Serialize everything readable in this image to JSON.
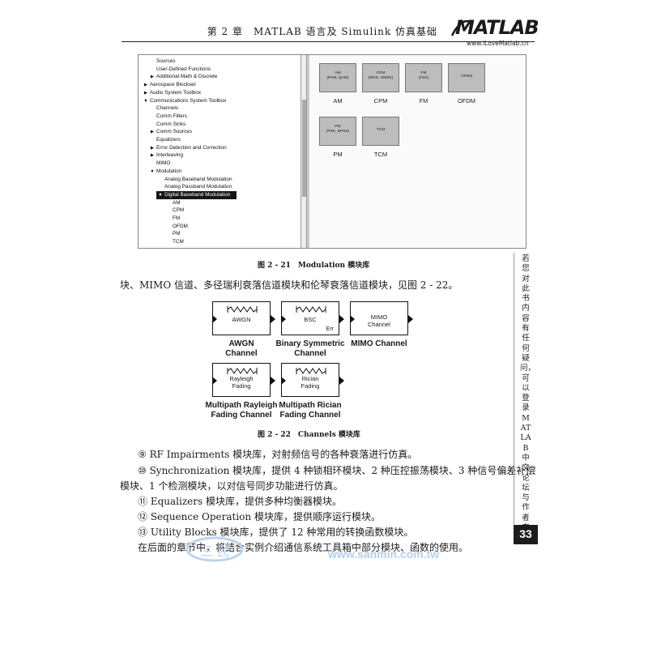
{
  "header": {
    "chapter_title": "第 2 章　MATLAB 语言及 Simulink 仿真基础",
    "brand": "MATLAB",
    "brand_url": "www.iLoveMatlab.cn"
  },
  "figure_2_21": {
    "tree_items": [
      {
        "label": "Sources",
        "indent": 0,
        "arrow": ""
      },
      {
        "label": "User-Defined Functions",
        "indent": 0,
        "arrow": ""
      },
      {
        "label": "Additional Math & Discrete",
        "indent": 0,
        "arrow": "▶"
      },
      {
        "label": "Aerospace Blockset",
        "indent": -1,
        "arrow": "▶"
      },
      {
        "label": "Audio System Toolbox",
        "indent": -1,
        "arrow": "▶"
      },
      {
        "label": "Communications System Toolbox",
        "indent": -1,
        "arrow": "▼"
      },
      {
        "label": "Channels",
        "indent": 0,
        "arrow": ""
      },
      {
        "label": "Comm Filters",
        "indent": 0,
        "arrow": ""
      },
      {
        "label": "Comm Sinks",
        "indent": 0,
        "arrow": ""
      },
      {
        "label": "Comm Sources",
        "indent": 0,
        "arrow": "▶"
      },
      {
        "label": "Equalizers",
        "indent": 0,
        "arrow": ""
      },
      {
        "label": "Error Detection and Correction",
        "indent": 0,
        "arrow": "▶"
      },
      {
        "label": "Interleaving",
        "indent": 0,
        "arrow": "▶"
      },
      {
        "label": "MIMO",
        "indent": 0,
        "arrow": ""
      },
      {
        "label": "Modulation",
        "indent": 0,
        "arrow": "▼"
      },
      {
        "label": "Analog Baseband Modulation",
        "indent": 1,
        "arrow": ""
      },
      {
        "label": "Analog Passband Modulation",
        "indent": 1,
        "arrow": ""
      },
      {
        "label": "Digital Baseband Modulation",
        "indent": 1,
        "arrow": "▼",
        "selected": true
      },
      {
        "label": "AM",
        "indent": 2,
        "arrow": ""
      },
      {
        "label": "CPM",
        "indent": 2,
        "arrow": ""
      },
      {
        "label": "FM",
        "indent": 2,
        "arrow": ""
      },
      {
        "label": "OFDM",
        "indent": 2,
        "arrow": ""
      },
      {
        "label": "PM",
        "indent": 2,
        "arrow": ""
      },
      {
        "label": "TCM",
        "indent": 2,
        "arrow": ""
      }
    ],
    "blocks": [
      {
        "inner": "AM\n(PAM, QAM)",
        "label": "AM"
      },
      {
        "inner": "CPM\n(MSK, GMSK)",
        "label": "CPM"
      },
      {
        "inner": "FM\n(FSK)",
        "label": "FM"
      },
      {
        "inner": "OFDM",
        "label": "OFDM"
      },
      {
        "inner": "PM\n(PSK, DPSK)",
        "label": "PM"
      },
      {
        "inner": "TCM",
        "label": "TCM"
      }
    ],
    "caption": "图 2 - 21　Modulation 模块库"
  },
  "intro_line": "块、MIMO 信道、多径瑞利衰落信道模块和伦琴衰落信道模块，见图 2 - 22。",
  "figure_2_22": {
    "blocks": [
      {
        "inner": "AWGN",
        "caption": "AWGN\nChannel"
      },
      {
        "inner": "BSC",
        "extra": "Err",
        "caption": "Binary Symmetric\nChannel"
      },
      {
        "inner": "MIMO\nChannel",
        "caption": "MIMO Channel"
      },
      {
        "inner": "Rayleigh\nFading",
        "caption": "Multipath Rayleigh\nFading Channel"
      },
      {
        "inner": "Rician\nFading",
        "caption": "Multipath Rician\nFading Channel"
      }
    ],
    "caption": "图 2 - 22　Channels 模块库"
  },
  "paragraphs": [
    "⑨ RF Impairments 模块库，对射频信号的各种衰落进行仿真。",
    "⑩ Synchronization 模块库，提供 4 种锁相环模块、2 种压控振荡模块、3 种信号偏差补偿",
    "模块、1 个检测模块，以对信号同步功能进行仿真。",
    "⑪ Equalizers 模块库，提供多种均衡器模块。",
    "⑫ Sequence Operation 模块库，提供顺序运行模块。",
    "⑬ Utility Blocks 模块库，提供了 12 种常用的转换函数模块。",
    "在后面的章节中，将结合实例介绍通信系统工具箱中部分模块、函数的使用。"
  ],
  "margin_note": "若您对此书内容有任何疑问，可以登录MATLAB中文论坛与作者交流。",
  "page_number": "33",
  "watermark": {
    "url": "www.sanmin.com.tw"
  }
}
